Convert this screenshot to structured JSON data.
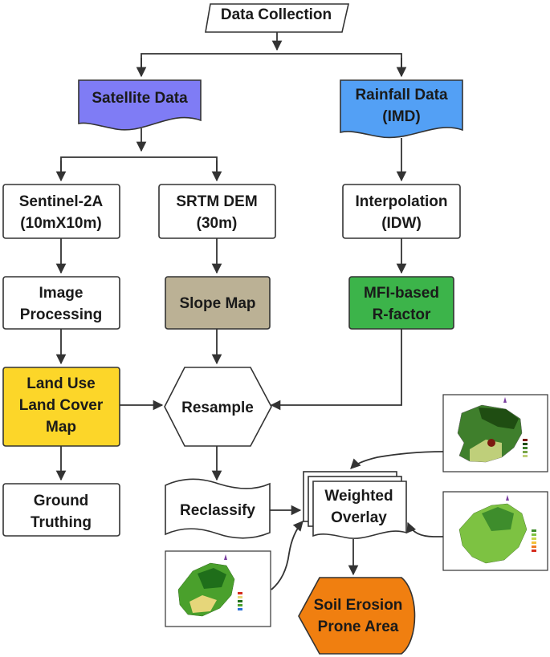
{
  "colors": {
    "satellite": "#7f7cf5",
    "rainfall": "#53a0f5",
    "slope": "#bbb195",
    "rfactor": "#3cb44a",
    "lulc": "#fcd629",
    "erosion": "#f07f10",
    "box": "#ffffff",
    "stroke": "#333333"
  },
  "nodes": {
    "data_collection": {
      "lines": [
        "Data Collection"
      ]
    },
    "satellite_data": {
      "lines": [
        "Satellite Data"
      ]
    },
    "rainfall_data": {
      "lines": [
        "Rainfall Data",
        "(IMD)"
      ]
    },
    "sentinel": {
      "lines": [
        "Sentinel-2A",
        "(10mX10m)"
      ]
    },
    "srtm": {
      "lines": [
        "SRTM DEM",
        "(30m)"
      ]
    },
    "interpolation": {
      "lines": [
        "Interpolation",
        "(IDW)"
      ]
    },
    "image_processing": {
      "lines": [
        "Image",
        "Processing"
      ]
    },
    "slope_map": {
      "lines": [
        "Slope Map"
      ]
    },
    "mfi": {
      "lines": [
        "MFI-based",
        "R-factor"
      ]
    },
    "lulc": {
      "lines": [
        "Land Use",
        "Land Cover",
        "Map"
      ]
    },
    "resample": {
      "lines": [
        "Resample"
      ]
    },
    "ground_truthing": {
      "lines": [
        "Ground",
        "Truthing"
      ]
    },
    "reclassify": {
      "lines": [
        "Reclassify"
      ]
    },
    "weighted_overlay": {
      "lines": [
        "Weighted",
        "Overlay"
      ]
    },
    "soil_erosion": {
      "lines": [
        "Soil Erosion",
        "Prone Area"
      ]
    }
  }
}
